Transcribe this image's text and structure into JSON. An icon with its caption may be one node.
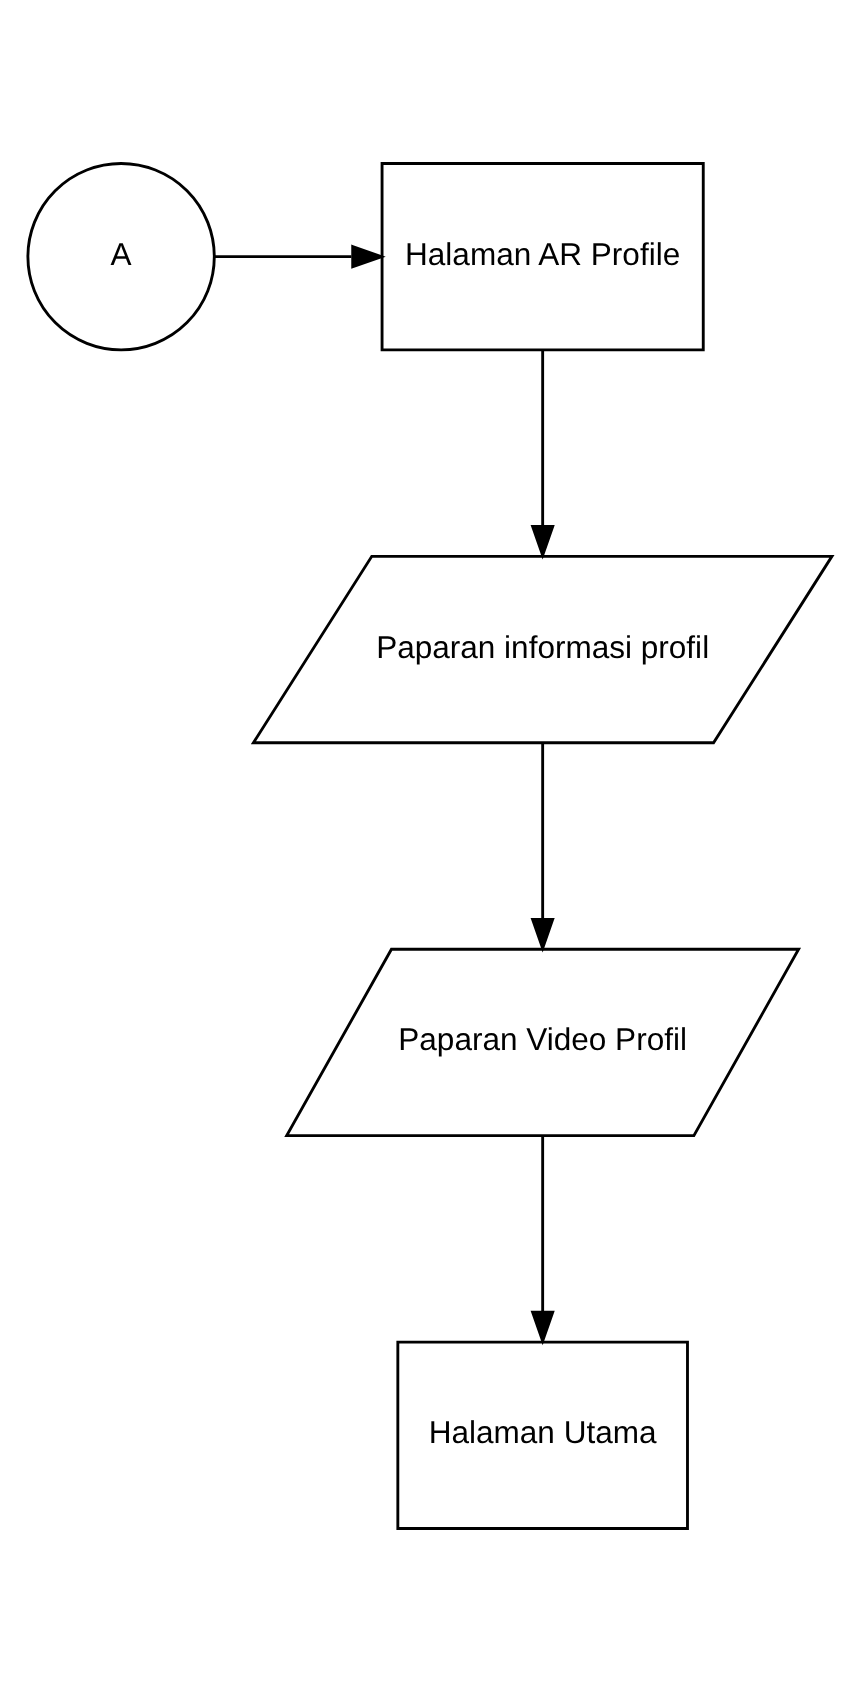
{
  "diagram": {
    "nodes": [
      {
        "text": [
          "A"
        ]
      },
      {
        "text": [
          "Halaman AR Profile"
        ]
      },
      {
        "text": [
          "Paparan informasi profil"
        ]
      },
      {
        "text": [
          "Paparan Video Profil"
        ]
      },
      {
        "text": [
          "Halaman Utama"
        ]
      }
    ],
    "edges": [
      {
        "from": 0,
        "to": 1,
        "arrow": "to"
      },
      {
        "from": 1,
        "to": 2,
        "arrow": "to"
      },
      {
        "from": 2,
        "to": 3,
        "arrow": "to"
      },
      {
        "from": 3,
        "to": 4,
        "arrow": "to"
      }
    ]
  }
}
